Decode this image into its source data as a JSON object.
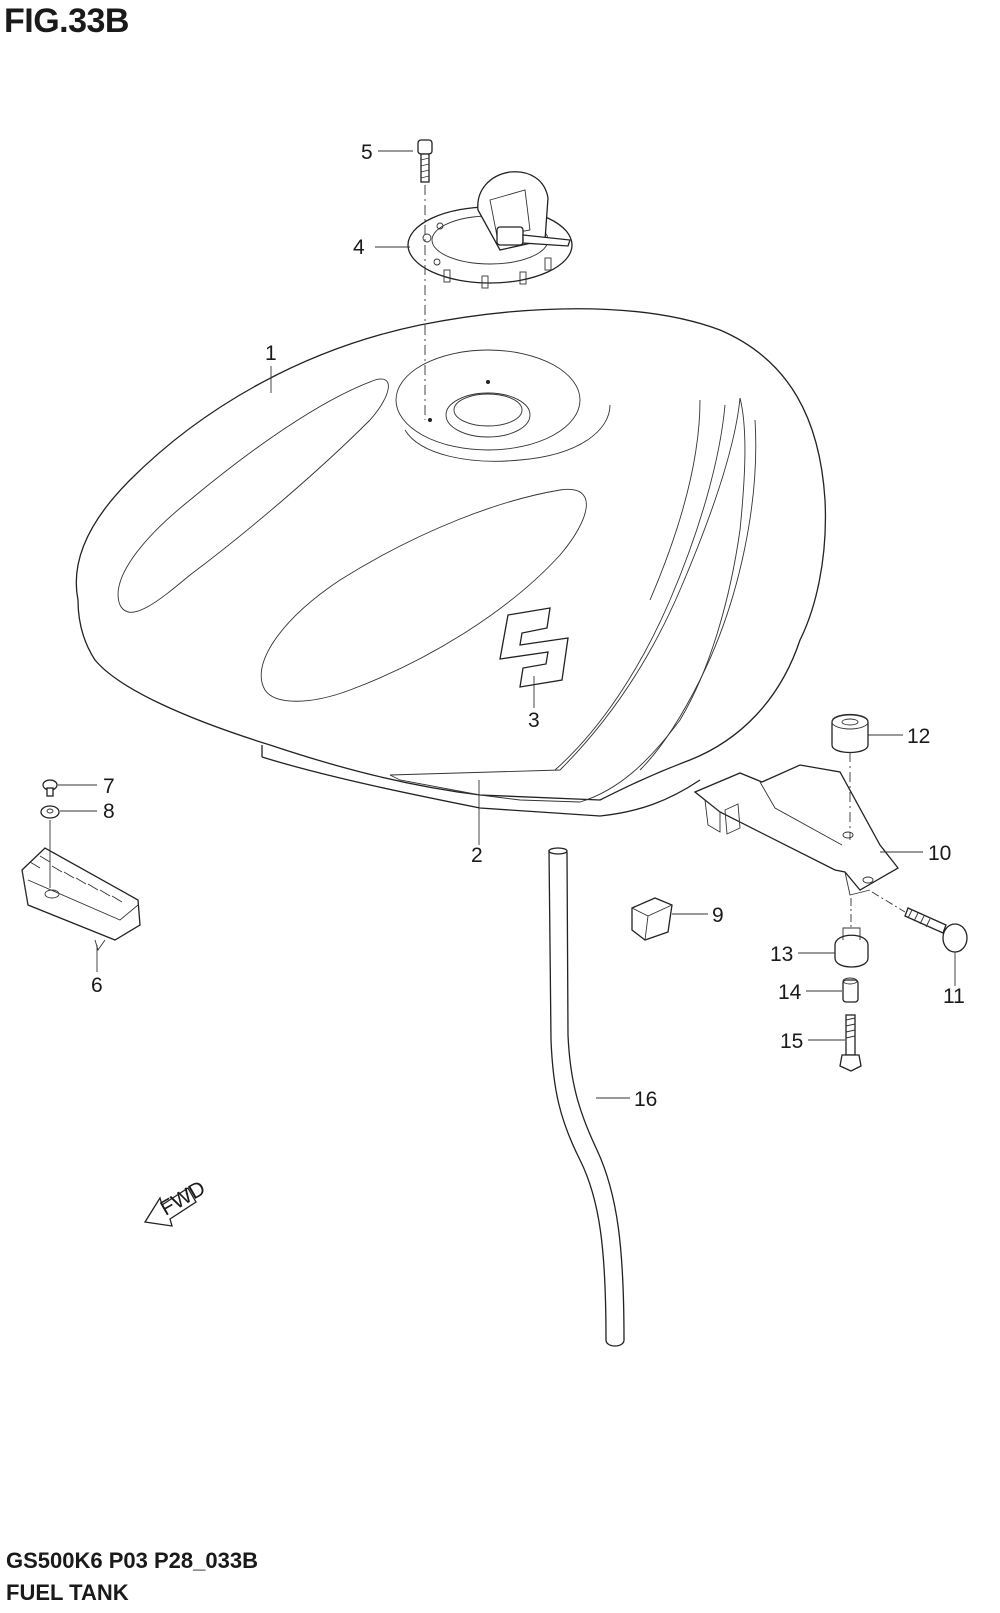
{
  "figure": {
    "title": "FIG.33B"
  },
  "footer": {
    "model_code": "GS500K6 P03 P28_033B",
    "assembly_name": "FUEL TANK"
  },
  "callouts": {
    "c1": "1",
    "c2": "2",
    "c3": "3",
    "c4": "4",
    "c5": "5",
    "c6": "6",
    "c7": "7",
    "c8": "8",
    "c9": "9",
    "c10": "10",
    "c11": "11",
    "c12": "12",
    "c13": "13",
    "c14": "14",
    "c15": "15",
    "c16": "16"
  },
  "direction_arrow": {
    "label": "FWD"
  }
}
